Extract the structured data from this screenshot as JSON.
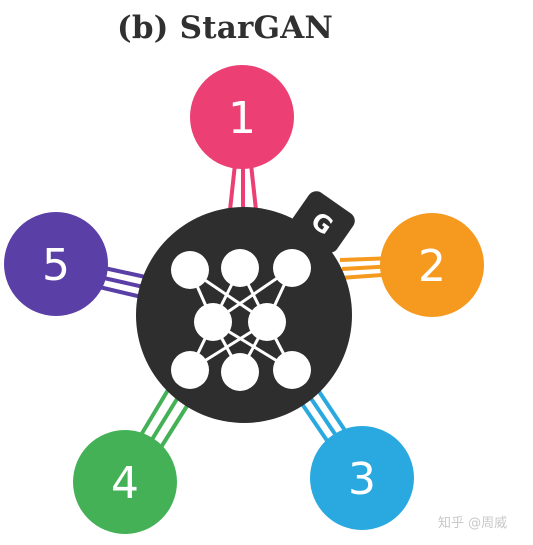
{
  "title": "(b) StarGAN",
  "generator": {
    "label": "G",
    "color": "#2e2e2e",
    "node_color": "#ffffff"
  },
  "domains": [
    {
      "label": "1",
      "color": "#ec3f74"
    },
    {
      "label": "2",
      "color": "#f59a1f"
    },
    {
      "label": "3",
      "color": "#2aa9e0"
    },
    {
      "label": "4",
      "color": "#44b157"
    },
    {
      "label": "5",
      "color": "#5a3fa7"
    }
  ],
  "watermark": "知乎 @周威"
}
